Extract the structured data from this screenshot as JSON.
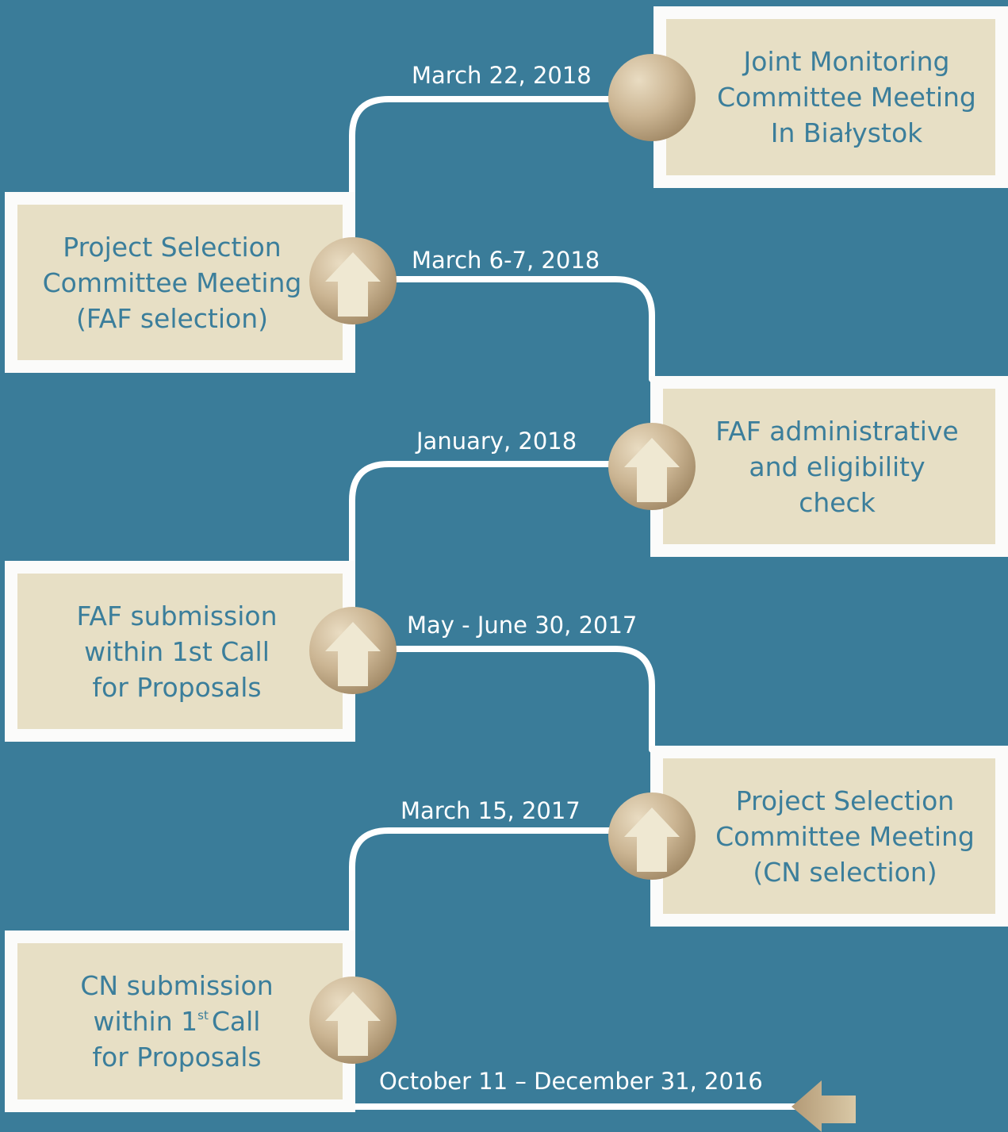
{
  "colors": {
    "background": "#3a7c99",
    "box_fill": "#e7dfc5",
    "box_border": "#fbfbfa",
    "box_text": "#3b7e9b",
    "connector": "#ffffff",
    "node_gold": "#c8b18e",
    "arrow_fill": "#efe8d2"
  },
  "milestones": [
    {
      "title_lines": [
        "Joint Monitoring",
        "Committee Meeting",
        "In Białystok"
      ],
      "date": "March 22, 2018",
      "node_icon": "plain-circle"
    },
    {
      "title_lines": [
        "Project Selection",
        "Committee Meeting",
        "(FAF selection)"
      ],
      "date": "March 6-7, 2018",
      "node_icon": "up-arrow-icon"
    },
    {
      "title_lines": [
        "FAF administrative",
        "and eligibility",
        "check"
      ],
      "date": "January, 2018",
      "node_icon": "up-arrow-icon"
    },
    {
      "title_lines": [
        "FAF submission",
        "within 1st Call",
        "for Proposals"
      ],
      "date": "May - June 30, 2017",
      "node_icon": "up-arrow-icon"
    },
    {
      "title_lines": [
        "Project Selection",
        "Committee Meeting",
        "(CN selection)"
      ],
      "date": "March 15, 2017",
      "node_icon": "up-arrow-icon"
    },
    {
      "title_prefix": "CN submission",
      "title_mid": "within 1",
      "title_sup": "st",
      "title_mid_after": "Call",
      "title_last": "for Proposals",
      "date": "October 11 – December 31, 2016",
      "node_icon": "up-arrow-icon"
    }
  ],
  "start_marker_icon": "left-arrow-icon"
}
